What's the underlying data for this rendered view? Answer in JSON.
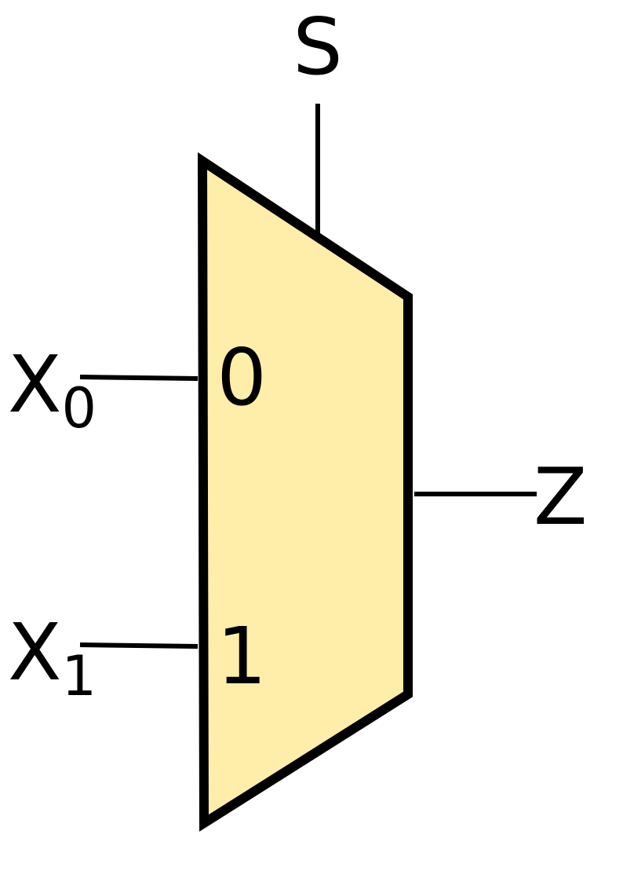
{
  "diagram": {
    "colors": {
      "body_fill": "#ffeeaa",
      "stroke": "#000000",
      "background": "#ffffff"
    },
    "select": {
      "label": "S"
    },
    "inputs": [
      {
        "label": "X",
        "subscript": "0",
        "port_label": "0"
      },
      {
        "label": "X",
        "subscript": "1",
        "port_label": "1"
      }
    ],
    "output": {
      "label": "Z"
    }
  }
}
